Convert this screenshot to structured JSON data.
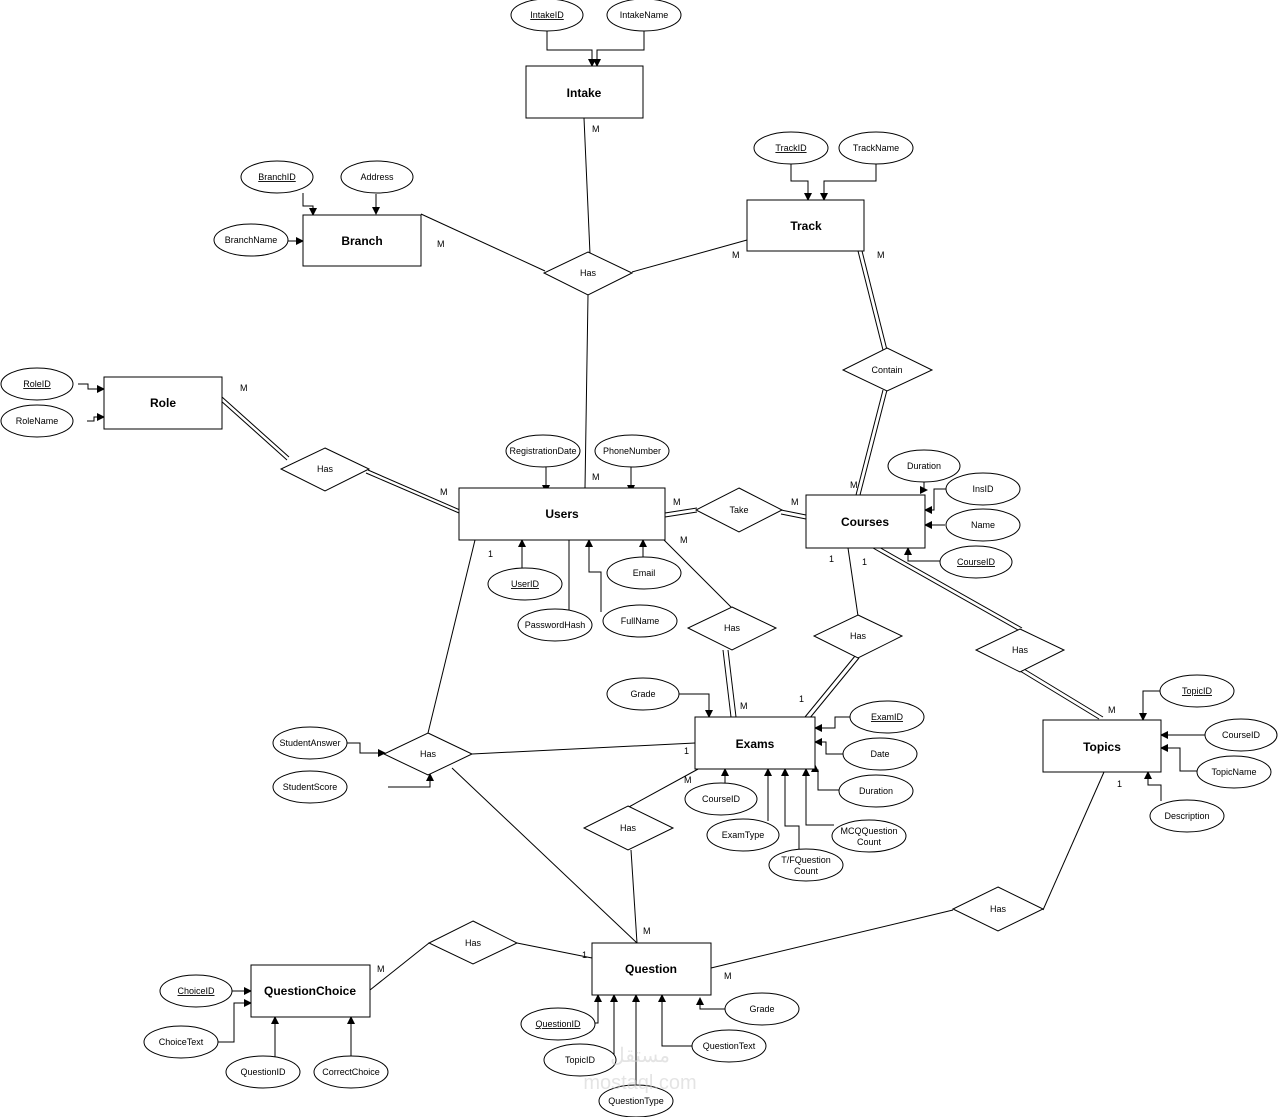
{
  "entities": {
    "intake": "Intake",
    "branch": "Branch",
    "track": "Track",
    "role": "Role",
    "users": "Users",
    "courses": "Courses",
    "exams": "Exams",
    "topics": "Topics",
    "question": "Question",
    "questionchoice": "QuestionChoice"
  },
  "attributes": {
    "intakeid": "IntakeID",
    "intakename": "IntakeName",
    "trackid": "TrackID",
    "trackname": "TrackName",
    "branchid": "BranchID",
    "address": "Address",
    "branchname": "BranchName",
    "roleid": "RoleID",
    "rolename": "RoleName",
    "registrationdate": "RegistrationDate",
    "phonenumber": "PhoneNumber",
    "userid": "UserID",
    "passwordhash": "PasswordHash",
    "fullname": "FullName",
    "email": "Email",
    "c_duration": "Duration",
    "insid": "InsID",
    "c_name": "Name",
    "courseid": "CourseID",
    "e_grade": "Grade",
    "examid": "ExamID",
    "e_date": "Date",
    "e_duration": "Duration",
    "e_courseid": "CourseID",
    "examtype": "ExamType",
    "mcq1": "MCQQuestion",
    "mcq2": "Count",
    "tf1": "T/FQuestion",
    "tf2": "Count",
    "studentanswer": "StudentAnswer",
    "studentscore": "StudentScore",
    "topicid": "TopicID",
    "t_courseid": "CourseID",
    "topicname": "TopicName",
    "description": "Description",
    "choiceid": "ChoiceID",
    "choicetext": "ChoiceText",
    "q_questionid": "QuestionID",
    "correctchoice": "CorrectChoice",
    "questionid": "QuestionID",
    "topicid2": "TopicID",
    "questiontext": "QuestionText",
    "questiontype": "QuestionType",
    "q_grade": "Grade"
  },
  "relationships": {
    "has_intake": "Has",
    "contain": "Contain",
    "has_role": "Has",
    "take": "Take",
    "has_user_exam": "Has",
    "has_course_exam": "Has",
    "has_course_topic": "Has",
    "has_student": "Has",
    "has_exam_question": "Has",
    "has_topic_question": "Has",
    "has_question_choice": "Has"
  },
  "cardinalities": {
    "intake_m": "M",
    "branch_m": "M",
    "track_m1": "M",
    "track_m2": "M",
    "role_m": "M",
    "users_m_top": "M",
    "users_m_role": "M",
    "users_m_take": "M",
    "courses_m_take": "M",
    "users_m_exam": "M",
    "users_1": "1",
    "courses_m": "M",
    "courses_1a": "1",
    "courses_1b": "1",
    "exams_m_top": "M",
    "exams_1_top": "1",
    "exams_1_left": "1",
    "exams_m_bottom": "M",
    "topics_m": "M",
    "topics_1": "1",
    "question_m_top": "M",
    "question_1": "1",
    "question_m_right": "M",
    "qchoice_m": "M"
  },
  "watermark": {
    "arabic": "مستقل",
    "latin": "mostaql.com"
  }
}
